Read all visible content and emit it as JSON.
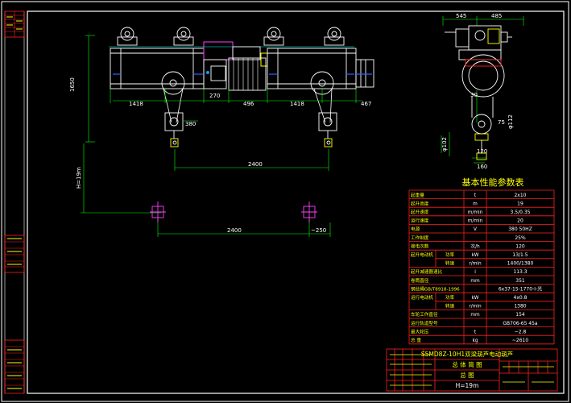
{
  "drawing": {
    "dims": {
      "top_left": "545",
      "top_right": "485",
      "height_main": "1650",
      "seg_1418_a": "1418",
      "seg_270": "270",
      "seg_496": "496",
      "seg_1418_b": "1418",
      "seg_467": "467",
      "seg_380": "380",
      "span_2400_a": "2400",
      "span_2400_b": "2400",
      "seg_250": "~250",
      "lift_height": "H=19m",
      "side_30": "30",
      "side_75": "75",
      "side_phi112": "φ112",
      "side_phi102": "φ102",
      "side_120": "120",
      "side_160": "160"
    },
    "table": {
      "title": "基本性能参数表",
      "rows": [
        {
          "label": "起重量",
          "sub": "",
          "unit": "t",
          "value": "2x10"
        },
        {
          "label": "起升高度",
          "sub": "",
          "unit": "m",
          "value": "19"
        },
        {
          "label": "起升速度",
          "sub": "",
          "unit": "m/min",
          "value": "3.5/0.35"
        },
        {
          "label": "运行速度",
          "sub": "",
          "unit": "m/min",
          "value": "20"
        },
        {
          "label": "电源",
          "sub": "",
          "unit": "V",
          "value": "380    50HZ"
        },
        {
          "label": "工作制度",
          "sub": "",
          "unit": "",
          "value": "25%"
        },
        {
          "label": "接电次数",
          "sub": "",
          "unit": "次/h",
          "value": "120"
        },
        {
          "label": "起升电动机",
          "sub": "功率",
          "unit": "kW",
          "value": "13/1.5"
        },
        {
          "label": "",
          "sub": "转速",
          "unit": "r/min",
          "value": "1400/1380"
        },
        {
          "label": "起升减速器速比",
          "sub": "",
          "unit": "i",
          "value": "113.3"
        },
        {
          "label": "卷筒直径",
          "sub": "",
          "unit": "mm",
          "value": "351"
        },
        {
          "label": "钢丝绳GB/T8918-1996",
          "sub": "",
          "unit": "",
          "value": "6x37-15-1770-I-光"
        },
        {
          "label": "运行电动机",
          "sub": "功率",
          "unit": "kW",
          "value": "4x0.8"
        },
        {
          "label": "",
          "sub": "转速",
          "unit": "r/min",
          "value": "1380"
        },
        {
          "label": "车轮工作直径",
          "sub": "",
          "unit": "mm",
          "value": "154"
        },
        {
          "label": "运行轨道型号",
          "sub": "",
          "unit": "",
          "value": "GB706-65        45a"
        },
        {
          "label": "最大轮压",
          "sub": "",
          "unit": "t",
          "value": "~2.8"
        },
        {
          "label": "总    重",
          "sub": "",
          "unit": "kg",
          "value": "~2610"
        }
      ]
    },
    "title_block": {
      "model": "S5MD8Z-10H1双梁葫芦电动葫芦",
      "line2": "总 体 简 图",
      "line3": "总   图",
      "lift": "H=19m"
    }
  }
}
